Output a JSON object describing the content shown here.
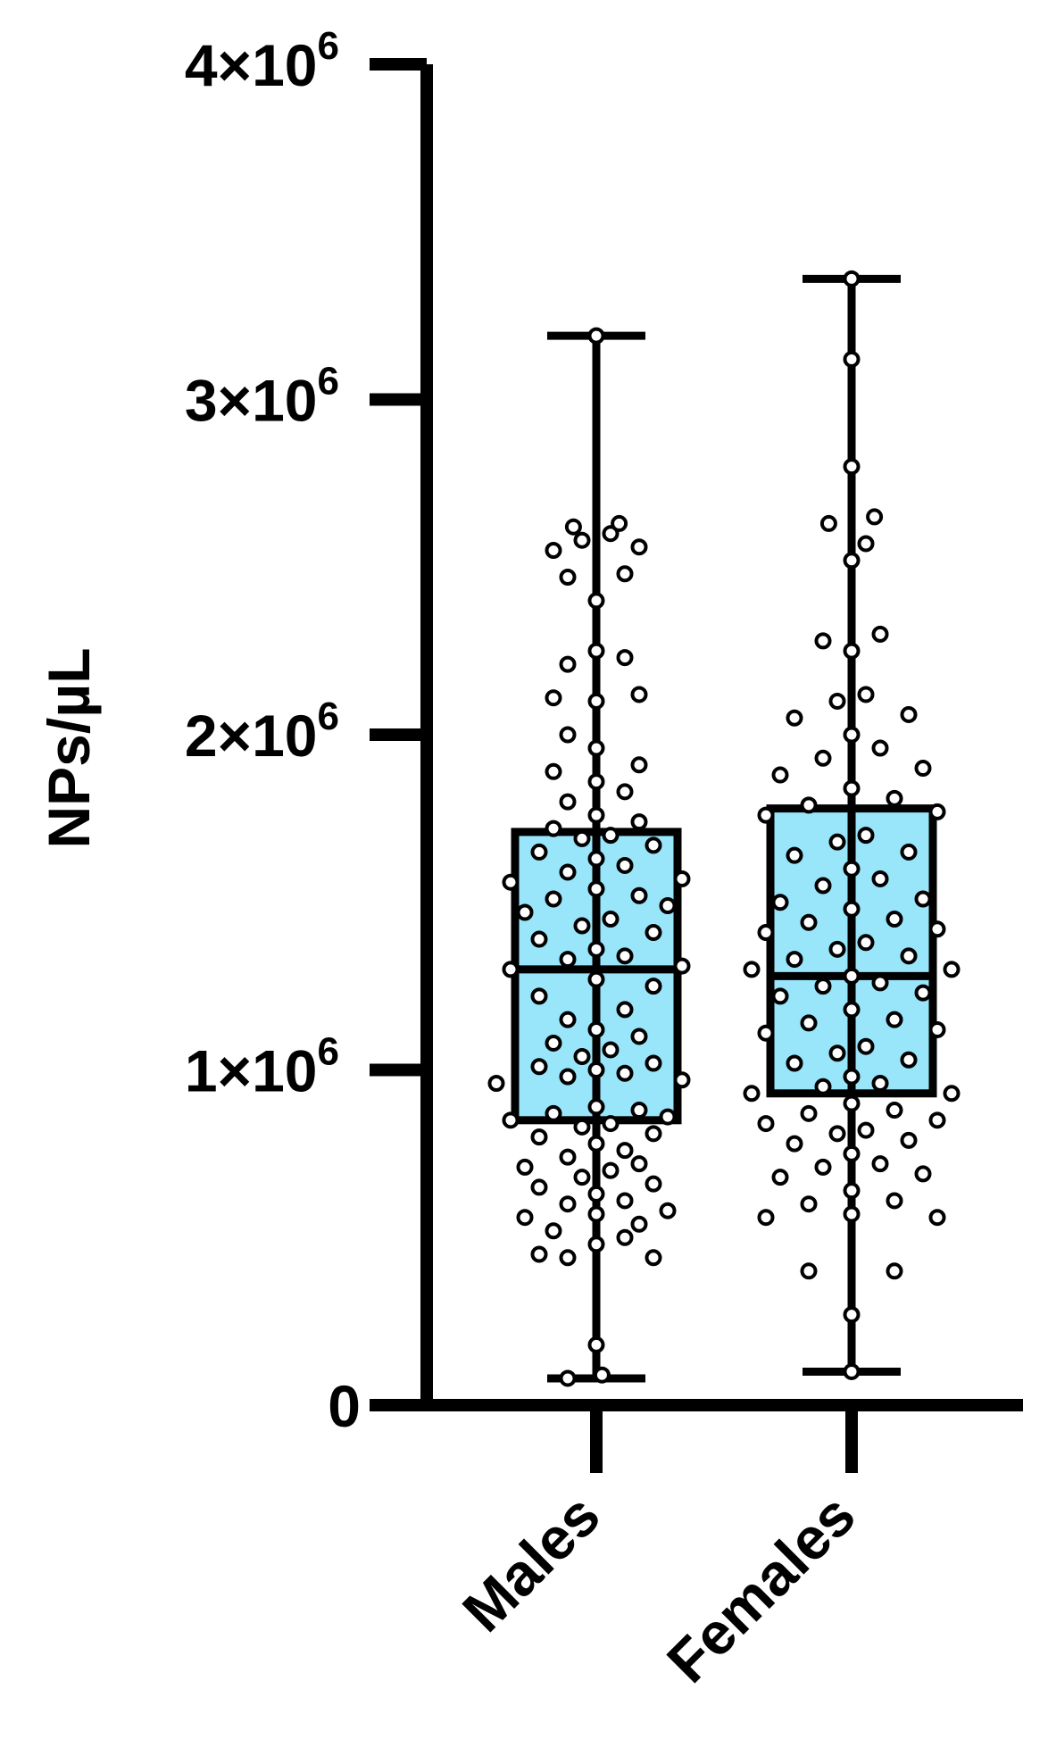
{
  "chart_data": {
    "type": "box",
    "ylabel": "NPs/µL",
    "ylim": [
      0,
      4000000
    ],
    "yticks": [
      {
        "value": 0,
        "label": "0",
        "exp": ""
      },
      {
        "value": 1000000,
        "label": "1×10",
        "exp": "6"
      },
      {
        "value": 2000000,
        "label": "2×10",
        "exp": "6"
      },
      {
        "value": 3000000,
        "label": "3×10",
        "exp": "6"
      },
      {
        "value": 4000000,
        "label": "4×10",
        "exp": "6"
      }
    ],
    "categories": [
      "Males",
      "Females"
    ],
    "box_fill": "#99e5fa",
    "point_fill": "#ffffff",
    "line_color": "#000000",
    "boxes": [
      {
        "name": "Males",
        "min": 80000,
        "q1": 850000,
        "median": 1300000,
        "q3": 1710000,
        "max": 3190000,
        "points": [
          [
            -10,
            80000
          ],
          [
            2,
            90000
          ],
          [
            0,
            180000
          ],
          [
            -10,
            440000
          ],
          [
            20,
            440000
          ],
          [
            -20,
            450000
          ],
          [
            0,
            480000
          ],
          [
            10,
            500000
          ],
          [
            -15,
            520000
          ],
          [
            15,
            540000
          ],
          [
            -25,
            560000
          ],
          [
            0,
            570000
          ],
          [
            25,
            580000
          ],
          [
            -10,
            600000
          ],
          [
            10,
            610000
          ],
          [
            0,
            630000
          ],
          [
            -20,
            650000
          ],
          [
            20,
            660000
          ],
          [
            -5,
            680000
          ],
          [
            5,
            700000
          ],
          [
            -25,
            710000
          ],
          [
            15,
            720000
          ],
          [
            -10,
            740000
          ],
          [
            10,
            760000
          ],
          [
            0,
            780000
          ],
          [
            -20,
            800000
          ],
          [
            20,
            810000
          ],
          [
            -5,
            830000
          ],
          [
            5,
            840000
          ],
          [
            -30,
            850000
          ],
          [
            25,
            860000
          ],
          [
            -15,
            870000
          ],
          [
            15,
            880000
          ],
          [
            0,
            890000
          ],
          [
            -35,
            960000
          ],
          [
            30,
            970000
          ],
          [
            -10,
            980000
          ],
          [
            10,
            990000
          ],
          [
            0,
            1000000
          ],
          [
            -20,
            1010000
          ],
          [
            20,
            1020000
          ],
          [
            -5,
            1040000
          ],
          [
            5,
            1060000
          ],
          [
            -15,
            1080000
          ],
          [
            15,
            1100000
          ],
          [
            0,
            1120000
          ],
          [
            -10,
            1150000
          ],
          [
            10,
            1180000
          ],
          [
            -20,
            1220000
          ],
          [
            20,
            1250000
          ],
          [
            0,
            1270000
          ],
          [
            -30,
            1300000
          ],
          [
            30,
            1310000
          ],
          [
            -10,
            1330000
          ],
          [
            10,
            1340000
          ],
          [
            0,
            1360000
          ],
          [
            -20,
            1390000
          ],
          [
            20,
            1410000
          ],
          [
            -5,
            1430000
          ],
          [
            5,
            1450000
          ],
          [
            -25,
            1470000
          ],
          [
            25,
            1490000
          ],
          [
            -15,
            1510000
          ],
          [
            15,
            1520000
          ],
          [
            0,
            1540000
          ],
          [
            -30,
            1560000
          ],
          [
            30,
            1570000
          ],
          [
            -10,
            1590000
          ],
          [
            10,
            1610000
          ],
          [
            0,
            1630000
          ],
          [
            -20,
            1650000
          ],
          [
            20,
            1670000
          ],
          [
            -5,
            1690000
          ],
          [
            5,
            1700000
          ],
          [
            -15,
            1720000
          ],
          [
            15,
            1740000
          ],
          [
            0,
            1760000
          ],
          [
            -10,
            1800000
          ],
          [
            10,
            1830000
          ],
          [
            0,
            1860000
          ],
          [
            -15,
            1890000
          ],
          [
            15,
            1910000
          ],
          [
            0,
            1960000
          ],
          [
            -10,
            2000000
          ],
          [
            0,
            2100000
          ],
          [
            -15,
            2110000
          ],
          [
            15,
            2120000
          ],
          [
            -10,
            2210000
          ],
          [
            10,
            2230000
          ],
          [
            0,
            2250000
          ],
          [
            -10,
            2470000
          ],
          [
            10,
            2480000
          ],
          [
            0,
            2400000
          ],
          [
            -15,
            2550000
          ],
          [
            15,
            2560000
          ],
          [
            -5,
            2580000
          ],
          [
            5,
            2600000
          ],
          [
            -8,
            2620000
          ],
          [
            8,
            2630000
          ],
          [
            0,
            3190000
          ]
        ]
      },
      {
        "name": "Females",
        "min": 100000,
        "q1": 930000,
        "median": 1280000,
        "q3": 1780000,
        "max": 3360000,
        "points": [
          [
            0,
            100000
          ],
          [
            0,
            270000
          ],
          [
            -15,
            400000
          ],
          [
            15,
            400000
          ],
          [
            -30,
            560000
          ],
          [
            0,
            570000
          ],
          [
            30,
            560000
          ],
          [
            -15,
            600000
          ],
          [
            15,
            610000
          ],
          [
            0,
            640000
          ],
          [
            -25,
            680000
          ],
          [
            25,
            690000
          ],
          [
            -10,
            710000
          ],
          [
            10,
            720000
          ],
          [
            0,
            750000
          ],
          [
            -20,
            780000
          ],
          [
            20,
            790000
          ],
          [
            -5,
            810000
          ],
          [
            5,
            820000
          ],
          [
            -30,
            840000
          ],
          [
            30,
            850000
          ],
          [
            -15,
            870000
          ],
          [
            15,
            880000
          ],
          [
            0,
            900000
          ],
          [
            -35,
            930000
          ],
          [
            35,
            930000
          ],
          [
            -10,
            950000
          ],
          [
            10,
            960000
          ],
          [
            0,
            980000
          ],
          [
            -20,
            1020000
          ],
          [
            20,
            1030000
          ],
          [
            -5,
            1050000
          ],
          [
            5,
            1070000
          ],
          [
            -30,
            1110000
          ],
          [
            30,
            1120000
          ],
          [
            -15,
            1140000
          ],
          [
            15,
            1150000
          ],
          [
            0,
            1180000
          ],
          [
            -25,
            1220000
          ],
          [
            25,
            1230000
          ],
          [
            -10,
            1250000
          ],
          [
            10,
            1260000
          ],
          [
            0,
            1280000
          ],
          [
            -35,
            1300000
          ],
          [
            35,
            1300000
          ],
          [
            -20,
            1330000
          ],
          [
            20,
            1340000
          ],
          [
            -5,
            1360000
          ],
          [
            5,
            1380000
          ],
          [
            -30,
            1410000
          ],
          [
            30,
            1420000
          ],
          [
            -15,
            1440000
          ],
          [
            15,
            1450000
          ],
          [
            0,
            1480000
          ],
          [
            -25,
            1500000
          ],
          [
            25,
            1510000
          ],
          [
            -10,
            1550000
          ],
          [
            10,
            1570000
          ],
          [
            0,
            1600000
          ],
          [
            -20,
            1640000
          ],
          [
            20,
            1650000
          ],
          [
            -5,
            1680000
          ],
          [
            5,
            1700000
          ],
          [
            -30,
            1760000
          ],
          [
            30,
            1770000
          ],
          [
            -15,
            1790000
          ],
          [
            15,
            1810000
          ],
          [
            0,
            1840000
          ],
          [
            -25,
            1880000
          ],
          [
            25,
            1900000
          ],
          [
            -10,
            1930000
          ],
          [
            10,
            1960000
          ],
          [
            0,
            2000000
          ],
          [
            -20,
            2050000
          ],
          [
            20,
            2060000
          ],
          [
            -5,
            2100000
          ],
          [
            5,
            2120000
          ],
          [
            0,
            2250000
          ],
          [
            -10,
            2280000
          ],
          [
            10,
            2300000
          ],
          [
            0,
            2520000
          ],
          [
            5,
            2570000
          ],
          [
            -8,
            2630000
          ],
          [
            8,
            2650000
          ],
          [
            0,
            2800000
          ],
          [
            0,
            3120000
          ],
          [
            0,
            3360000
          ]
        ]
      }
    ]
  }
}
